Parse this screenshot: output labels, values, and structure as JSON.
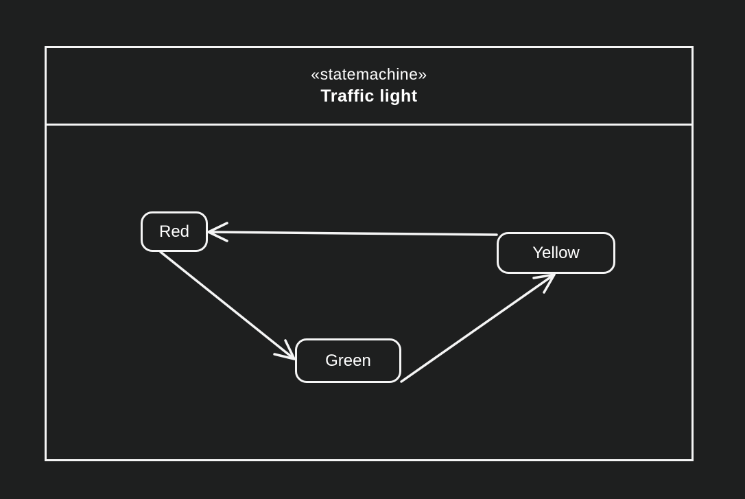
{
  "canvas": {
    "background_color": "#1e1f1f",
    "stroke_color": "#f5f5f5",
    "text_color": "#ffffff"
  },
  "frame": {
    "stereotype": "«statemachine»",
    "title": "Traffic light"
  },
  "states": [
    {
      "id": "red",
      "label": "Red"
    },
    {
      "id": "yellow",
      "label": "Yellow"
    },
    {
      "id": "green",
      "label": "Green"
    }
  ],
  "transitions": [
    {
      "from": "Yellow",
      "to": "Red"
    },
    {
      "from": "Red",
      "to": "Green"
    },
    {
      "from": "Green",
      "to": "Yellow"
    }
  ]
}
